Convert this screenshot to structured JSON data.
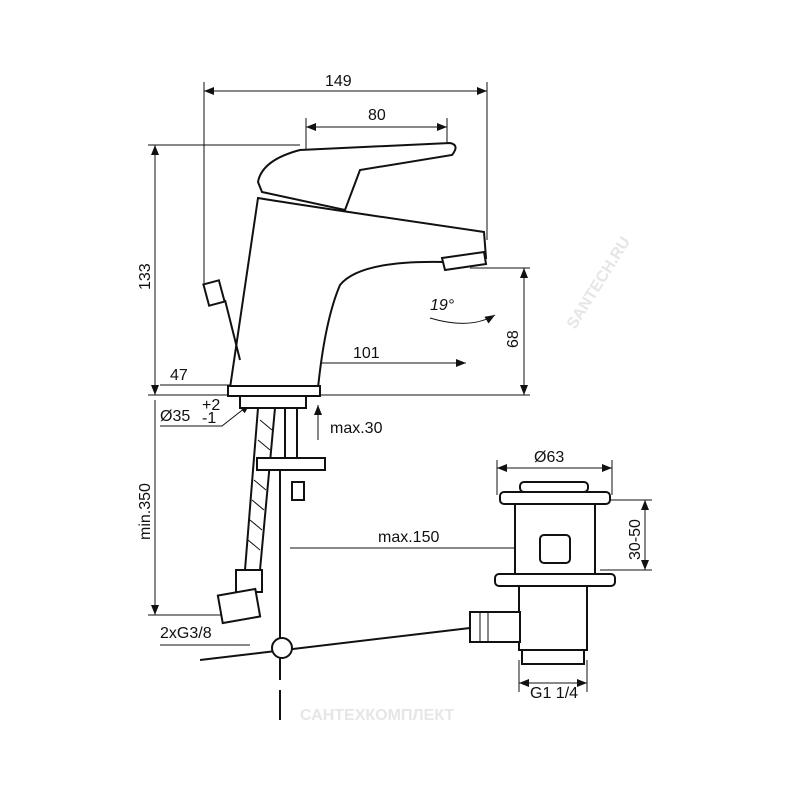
{
  "drawing": {
    "dimensions": {
      "overall_width": "149",
      "lever_width": "80",
      "height": "133",
      "spout_height": "68",
      "spout_reach": "101",
      "body_offset": "47",
      "base_diameter": "Ø35",
      "base_tol_plus": "+2",
      "base_tol_minus": "-1",
      "max_deck": "max.30",
      "hose_length": "min.350",
      "waste_diameter": "Ø63",
      "waste_height": "30-50",
      "rod_reach": "max.150",
      "hose_thread": "2xG3/8",
      "waste_thread": "G1 1/4",
      "spout_angle": "19°"
    },
    "watermarks": [
      "SANTECH.RU",
      "САНТЕХКОМПЛЕКТ"
    ]
  }
}
